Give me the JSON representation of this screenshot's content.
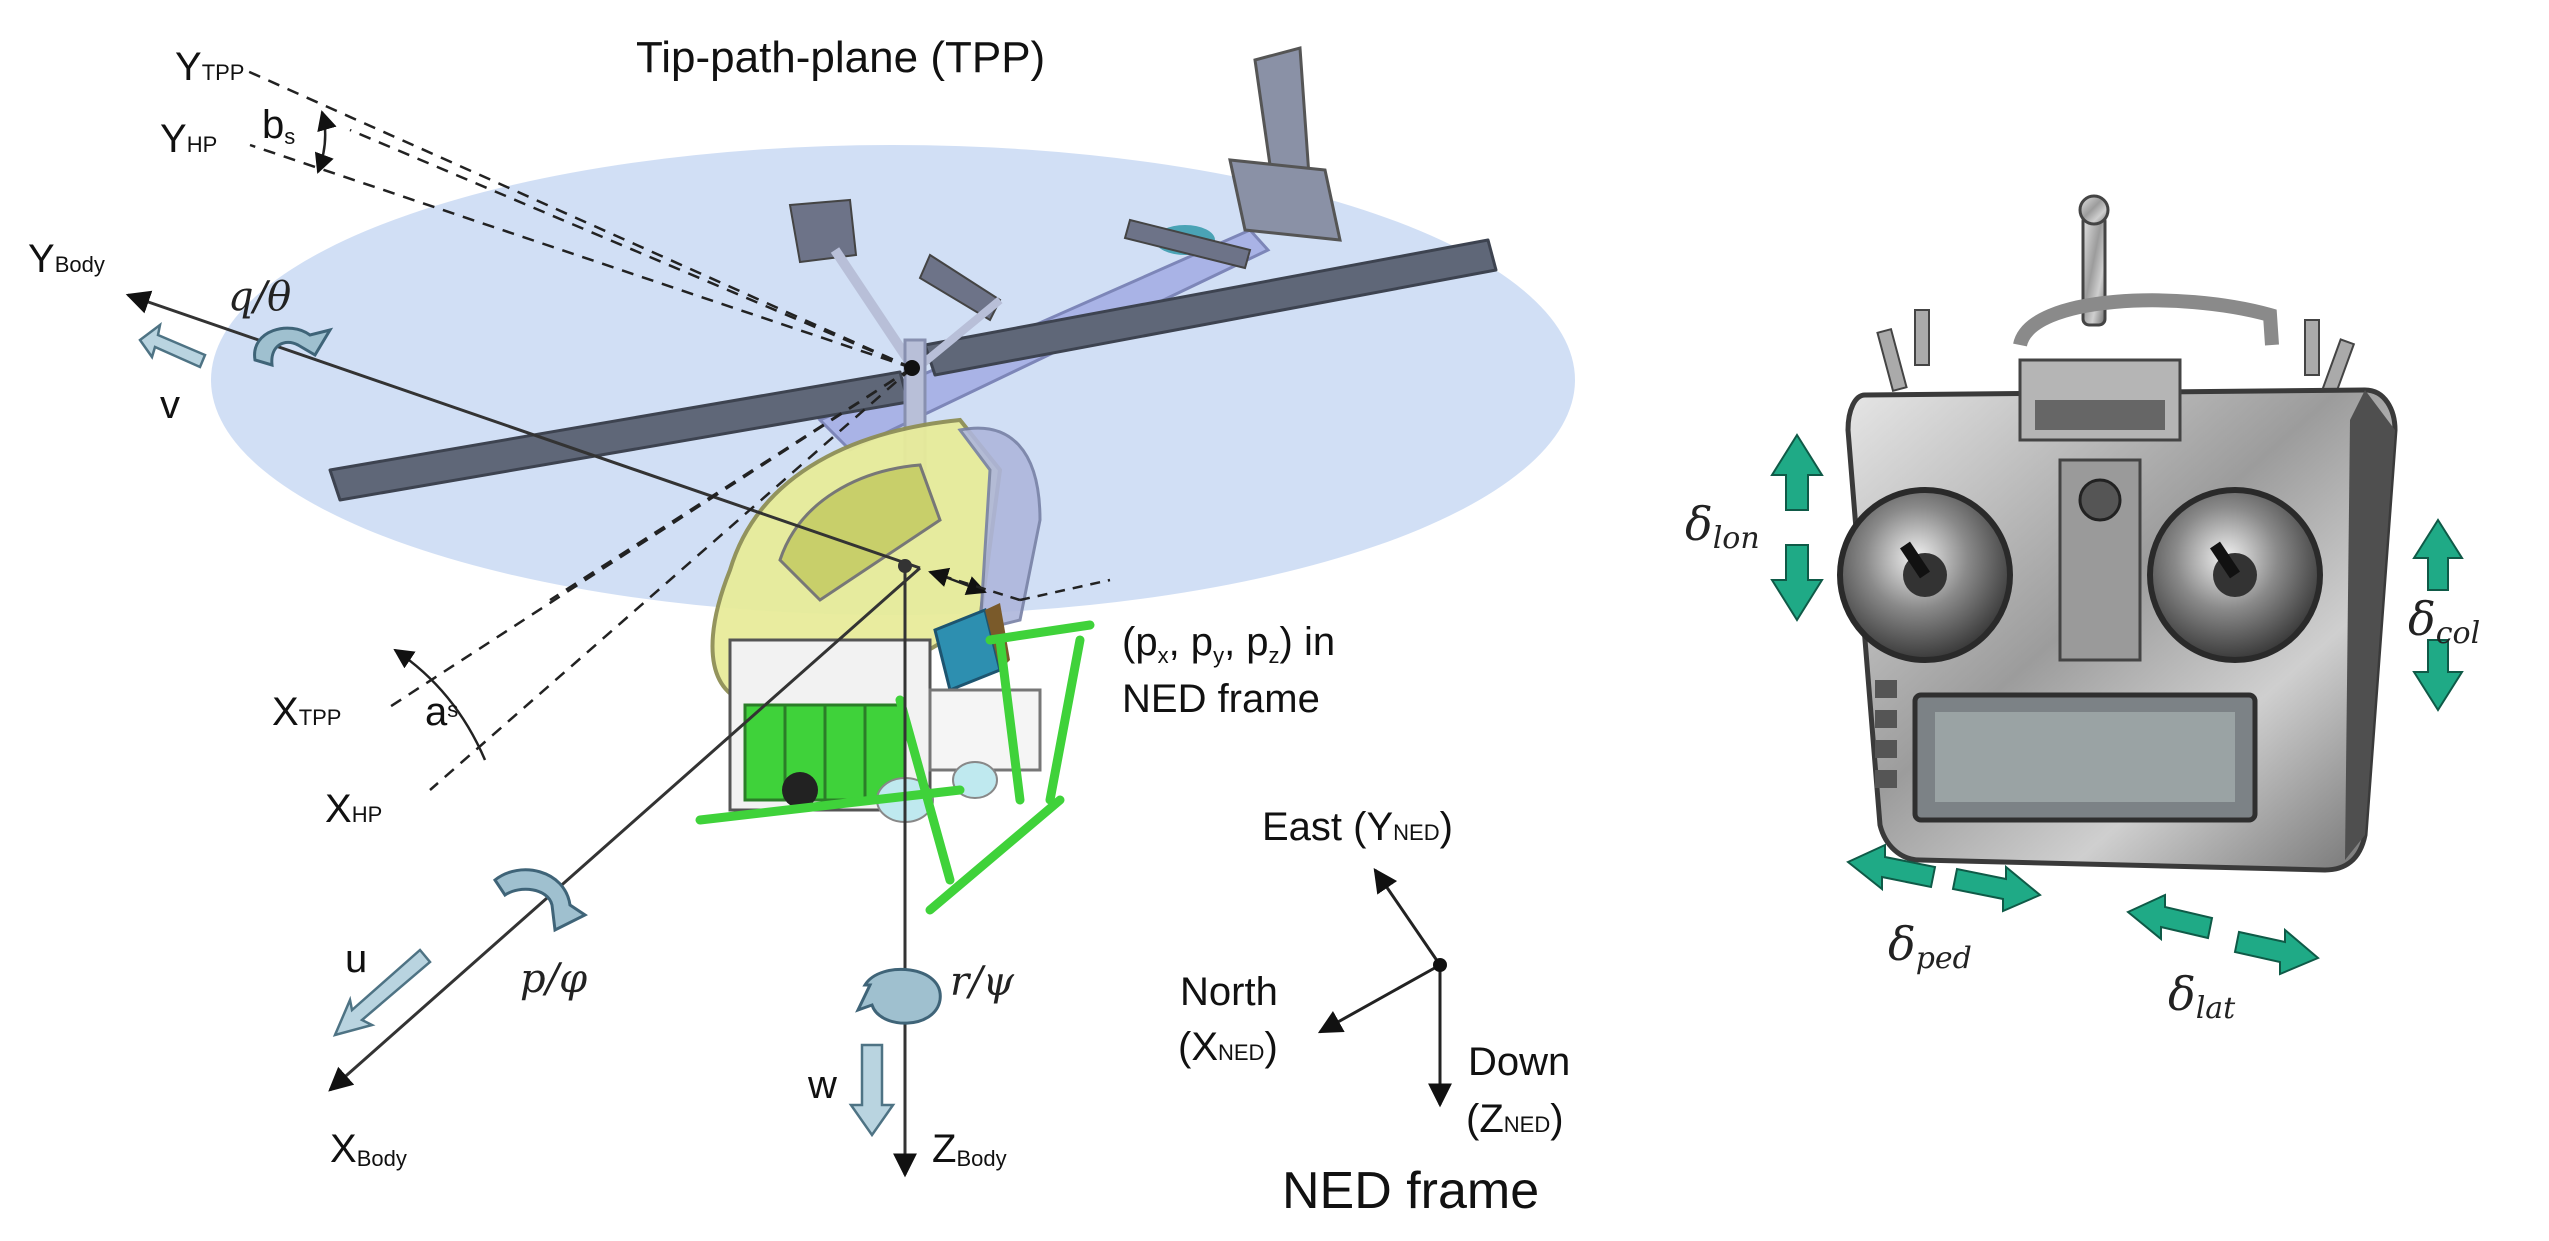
{
  "colors": {
    "tpp_disc": "#c9d9f3",
    "rotor_blade": "#5f6778",
    "canopy": "#e8ec9a",
    "skids": "#3fd23a",
    "control_arrow": "#1faa86",
    "text": "#111111",
    "transmitter_body": "#9a9a9a"
  },
  "labels": {
    "tpp_title": "Tip-path-plane (TPP)",
    "y_tpp": {
      "main": "Y",
      "sub": "TPP"
    },
    "y_hp": {
      "main": "Y",
      "sub": "HP"
    },
    "b_s": {
      "main": "b",
      "sub": "s"
    },
    "y_body": {
      "main": "Y",
      "sub": "Body"
    },
    "q_theta": "q/θ",
    "v": "v",
    "position": {
      "line1_prefix": "(p",
      "x": "x",
      "sep1": ", p",
      "y": "y",
      "sep2": ", p",
      "z": "z",
      "line1_suffix": ") in",
      "line2": "NED frame"
    },
    "x_tpp": {
      "main": "X",
      "sub": "TPP"
    },
    "a_s": {
      "main": "a",
      "sub": "s"
    },
    "x_hp": {
      "main": "X",
      "sub": "HP"
    },
    "u": "u",
    "p_phi": "p/φ",
    "x_body": {
      "main": "X",
      "sub": "Body"
    },
    "r_psi": "r/ψ",
    "w": "w",
    "z_body": {
      "main": "Z",
      "sub": "Body"
    },
    "east": {
      "prefix": "East (Y",
      "sub": "NED",
      "suffix": ")"
    },
    "north": {
      "line1": "North",
      "prefix": "(X",
      "sub": "NED",
      "suffix": ")"
    },
    "down": {
      "line1": "Down",
      "prefix": "(Z",
      "sub": "NED",
      "suffix": ")"
    },
    "ned_frame": "NED frame"
  },
  "controls": {
    "delta": "δ",
    "lon": "lon",
    "col": "col",
    "ped": "ped",
    "lat": "lat"
  }
}
